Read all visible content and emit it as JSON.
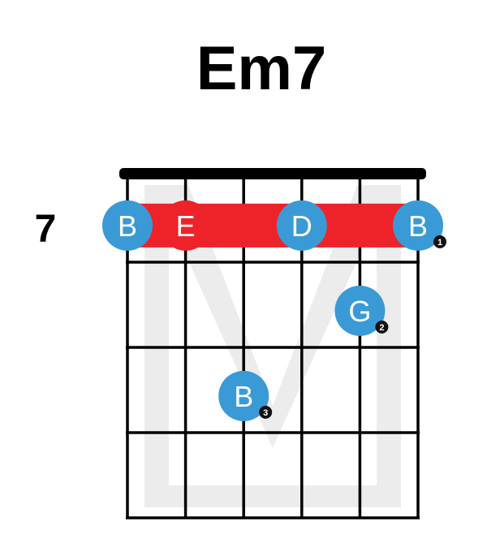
{
  "chord": {
    "name": "Em7",
    "start_fret_label": "7",
    "string_count": 6,
    "fret_rows": 4
  },
  "colors": {
    "note_fill": "#3a9ad6",
    "root_fill": "#ee2329",
    "barre_fill": "#ee2329",
    "grid_line": "#000000",
    "watermark": "#ececec",
    "note_text": "#ffffff",
    "finger_badge": "#111111",
    "finger_text": "#ffffff"
  },
  "barre": {
    "fret_row": 1,
    "from_string": 1,
    "to_string": 6
  },
  "notes": [
    {
      "string": 1,
      "fret_row": 1,
      "label": "B",
      "root": false,
      "finger": ""
    },
    {
      "string": 2,
      "fret_row": 1,
      "label": "E",
      "root": true,
      "finger": ""
    },
    {
      "string": 4,
      "fret_row": 1,
      "label": "D",
      "root": false,
      "finger": ""
    },
    {
      "string": 6,
      "fret_row": 1,
      "label": "B",
      "root": false,
      "finger": "1"
    },
    {
      "string": 5,
      "fret_row": 2,
      "label": "G",
      "root": false,
      "finger": "2"
    },
    {
      "string": 3,
      "fret_row": 3,
      "label": "B",
      "root": false,
      "finger": "3"
    }
  ]
}
